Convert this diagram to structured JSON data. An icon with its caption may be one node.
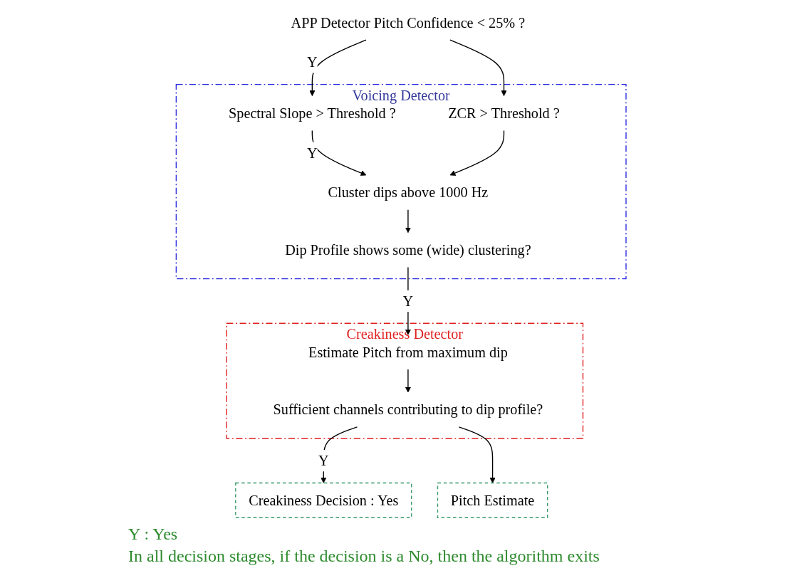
{
  "diagram": {
    "nodes": [
      {
        "text": [
          "APP Detector Pitch Confidence < 25% ?"
        ]
      },
      {
        "text": [
          "Voicing Detector"
        ]
      },
      {
        "text": [
          "Spectral Slope > Threshold ?"
        ],
        "in": 1
      },
      {
        "text": [
          "ZCR > Threshold ?"
        ],
        "in": 1
      },
      {
        "text": [
          "Cluster dips above 1000 Hz"
        ],
        "in": 1
      },
      {
        "text": [
          "Dip Profile shows some (wide) clustering?"
        ],
        "in": 1
      },
      {
        "text": [
          "Creakiness Detector"
        ]
      },
      {
        "text": [
          "Estimate Pitch from maximum dip"
        ],
        "in": 6
      },
      {
        "text": [
          "Sufficient channels contributing to dip profile?"
        ],
        "in": 6
      },
      {
        "text": [
          "Creakiness Decision : Yes"
        ]
      },
      {
        "text": [
          "Pitch Estimate"
        ]
      }
    ],
    "edges": [
      {
        "from": 0,
        "to": 2,
        "arrow": "to",
        "label": "Y"
      },
      {
        "from": 0,
        "to": 3,
        "arrow": "to"
      },
      {
        "from": 2,
        "to": 4,
        "arrow": "to",
        "label": "Y"
      },
      {
        "from": 3,
        "to": 4,
        "arrow": "to"
      },
      {
        "from": 4,
        "to": 5,
        "arrow": "to"
      },
      {
        "from": 5,
        "to": 7,
        "arrow": "to",
        "label": "Y"
      },
      {
        "from": 7,
        "to": 8,
        "arrow": "to"
      },
      {
        "from": 8,
        "to": 9,
        "arrow": "to",
        "label": "Y"
      },
      {
        "from": 8,
        "to": 10,
        "arrow": "to"
      }
    ],
    "labels": [
      "Y : Yes",
      "In all decision stages, if the decision is a No, then the algorithm exits"
    ]
  }
}
